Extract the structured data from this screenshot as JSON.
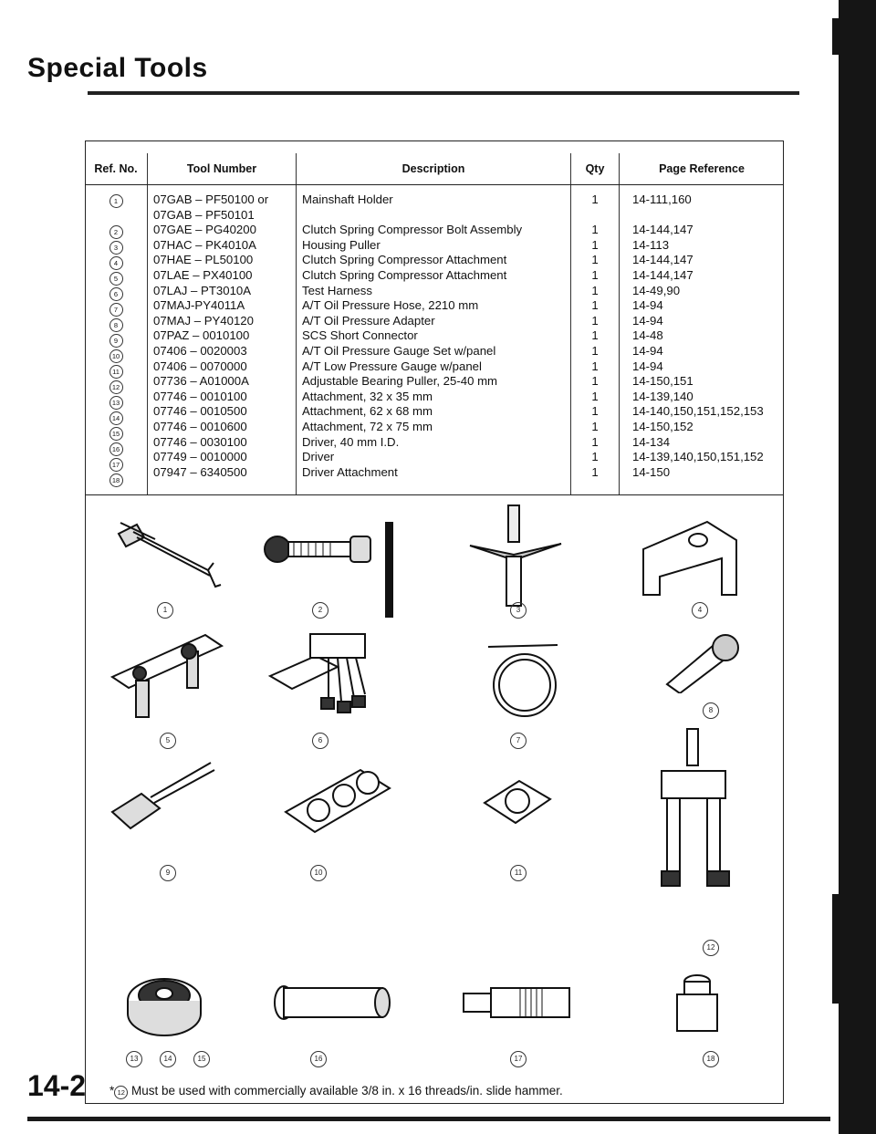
{
  "page": {
    "title": "Special Tools",
    "page_number": "14-2"
  },
  "table": {
    "headers": {
      "ref": "Ref. No.",
      "tool_number": "Tool Number",
      "description": "Description",
      "qty": "Qty",
      "page_ref": "Page Reference"
    },
    "rows": [
      {
        "ref": "1",
        "tool": "07GAB – PF50100 or",
        "desc": "Mainshaft Holder",
        "qty": "1",
        "page": "14-111,160"
      },
      {
        "ref": "",
        "tool": "07GAB – PF50101",
        "desc": "",
        "qty": "",
        "page": ""
      },
      {
        "ref": "2",
        "tool": "07GAE – PG40200",
        "desc": "Clutch Spring Compressor Bolt Assembly",
        "qty": "1",
        "page": "14-144,147"
      },
      {
        "ref": "3",
        "tool": "07HAC – PK4010A",
        "desc": "Housing Puller",
        "qty": "1",
        "page": "14-113"
      },
      {
        "ref": "4",
        "tool": "07HAE – PL50100",
        "desc": "Clutch Spring Compressor Attachment",
        "qty": "1",
        "page": "14-144,147"
      },
      {
        "ref": "5",
        "tool": "07LAE – PX40100",
        "desc": "Clutch Spring Compressor Attachment",
        "qty": "1",
        "page": "14-144,147"
      },
      {
        "ref": "6",
        "tool": "07LAJ – PT3010A",
        "desc": "Test Harness",
        "qty": "1",
        "page": "14-49,90"
      },
      {
        "ref": "7",
        "tool": "07MAJ-PY4011A",
        "desc": "A/T Oil Pressure Hose, 2210 mm",
        "qty": "1",
        "page": "14-94"
      },
      {
        "ref": "8",
        "tool": "07MAJ – PY40120",
        "desc": "A/T Oil Pressure Adapter",
        "qty": "1",
        "page": "14-94"
      },
      {
        "ref": "9",
        "tool": "07PAZ – 0010100",
        "desc": "SCS Short Connector",
        "qty": "1",
        "page": "14-48"
      },
      {
        "ref": "10",
        "tool": "07406 – 0020003",
        "desc": "A/T Oil Pressure Gauge Set w/panel",
        "qty": "1",
        "page": "14-94"
      },
      {
        "ref": "11",
        "tool": "07406 – 0070000",
        "desc": "A/T Low Pressure Gauge w/panel",
        "qty": "1",
        "page": "14-94"
      },
      {
        "ref": "12",
        "tool": "07736 – A01000A",
        "desc": "Adjustable Bearing Puller, 25-40 mm",
        "qty": "1",
        "page": "14-150,151"
      },
      {
        "ref": "13",
        "tool": "07746 – 0010100",
        "desc": "Attachment, 32 x 35 mm",
        "qty": "1",
        "page": "14-139,140"
      },
      {
        "ref": "14",
        "tool": "07746 – 0010500",
        "desc": "Attachment, 62 x 68 mm",
        "qty": "1",
        "page": "14-140,150,151,152,153"
      },
      {
        "ref": "15",
        "tool": "07746 – 0010600",
        "desc": "Attachment, 72 x 75 mm",
        "qty": "1",
        "page": "14-150,152"
      },
      {
        "ref": "16",
        "tool": "07746 – 0030100",
        "desc": "Driver, 40 mm I.D.",
        "qty": "1",
        "page": "14-134"
      },
      {
        "ref": "17",
        "tool": "07749 – 0010000",
        "desc": "Driver",
        "qty": "1",
        "page": "14-139,140,150,151,152"
      },
      {
        "ref": "18",
        "tool": "07947 – 6340500",
        "desc": "Driver Attachment",
        "qty": "1",
        "page": "14-150"
      }
    ]
  },
  "figure_labels": [
    "1",
    "2",
    "3",
    "4",
    "5",
    "6",
    "7",
    "8",
    "9",
    "10",
    "11",
    "12",
    "13",
    "14",
    "15",
    "16",
    "17",
    "18"
  ],
  "footnote": {
    "ref": "12",
    "text": "Must be used with commercially available 3/8 in. x 16 threads/in. slide hammer."
  }
}
